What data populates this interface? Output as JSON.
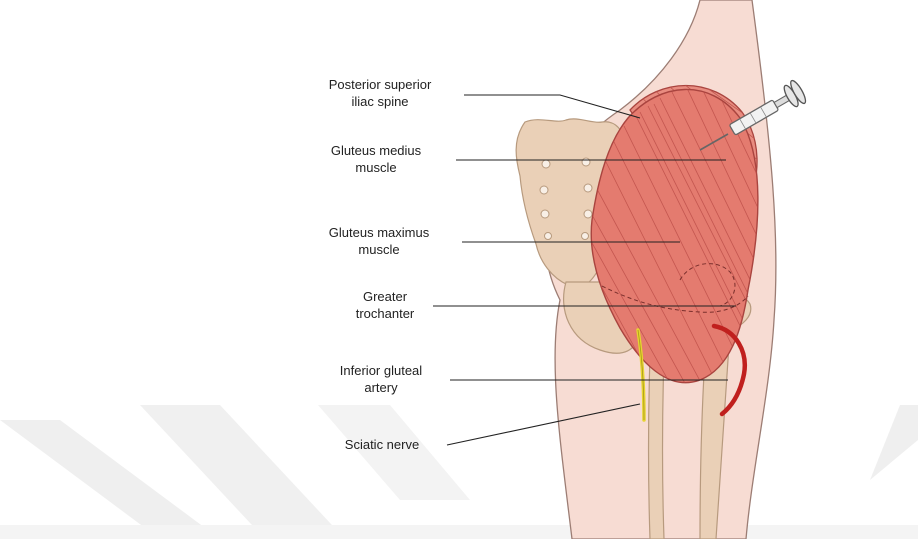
{
  "labels": {
    "psis": {
      "line1": "Posterior superior",
      "line2": "iliac spine"
    },
    "gmed": {
      "line1": "Gluteus medius",
      "line2": "muscle"
    },
    "gmax": {
      "line1": "Gluteus maximus",
      "line2": "muscle"
    },
    "trochanter": {
      "line1": "Greater",
      "line2": "trochanter"
    },
    "artery": {
      "line1": "Inferior gluteal",
      "line2": "artery"
    },
    "nerve": {
      "line1": "Sciatic nerve"
    }
  },
  "colors": {
    "skin": "#f7dcd3",
    "bone": "#ead0b7",
    "muscle": "#e47b6f",
    "muscle_stripe": "#b94a45",
    "artery": "#c0201e",
    "nerve": "#e6d430",
    "watermark": "#ececec",
    "leader": "#222222"
  },
  "icons": {
    "syringe": "syringe-icon"
  }
}
